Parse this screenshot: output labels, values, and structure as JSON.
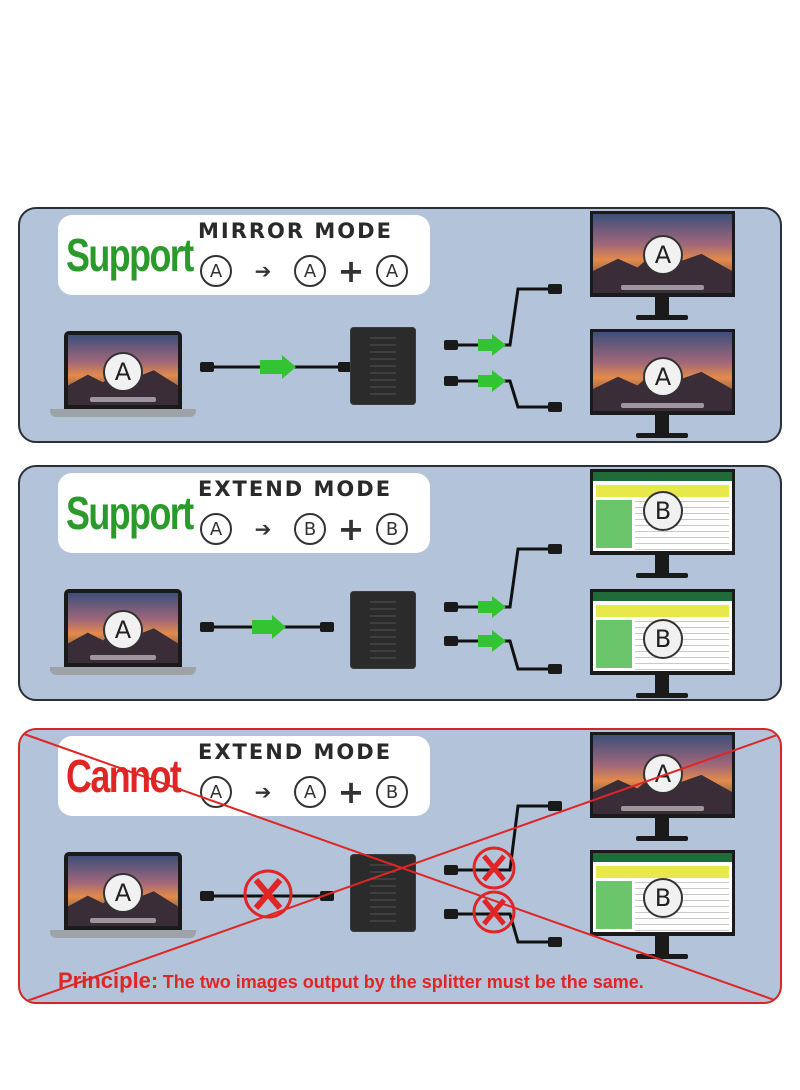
{
  "colors": {
    "support": "#2a9a2a",
    "cannot": "#e02525",
    "panel": "#b3c3da",
    "good_arrow": "#33c433",
    "bad_mark": "#e02525"
  },
  "panels": [
    {
      "status": "Support",
      "mode": "MIRROR MODE",
      "formula": {
        "source": "A",
        "arrow": "➔",
        "out1": "A",
        "plus": "+",
        "out2": "A"
      },
      "laptop_image": "A",
      "monitors": [
        "A",
        "A"
      ],
      "monitor_icons": [
        "mountain-wallpaper-icon",
        "mountain-wallpaper-icon"
      ]
    },
    {
      "status": "Support",
      "mode": "EXTEND MODE",
      "formula": {
        "source": "A",
        "arrow": "➔",
        "out1": "B",
        "plus": "+",
        "out2": "B"
      },
      "laptop_image": "A",
      "monitors": [
        "B",
        "B"
      ],
      "monitor_icons": [
        "spreadsheet-icon",
        "spreadsheet-icon"
      ]
    },
    {
      "status": "Cannot",
      "mode": "EXTEND MODE",
      "formula": {
        "source": "A",
        "arrow": "➔",
        "out1": "A",
        "plus": "+",
        "out2": "B"
      },
      "laptop_image": "A",
      "monitors": [
        "A",
        "B"
      ],
      "monitor_icons": [
        "mountain-wallpaper-icon",
        "spreadsheet-icon"
      ],
      "principle_label": "Principle:",
      "principle_text": "The two images output by the splitter must be the same."
    }
  ]
}
